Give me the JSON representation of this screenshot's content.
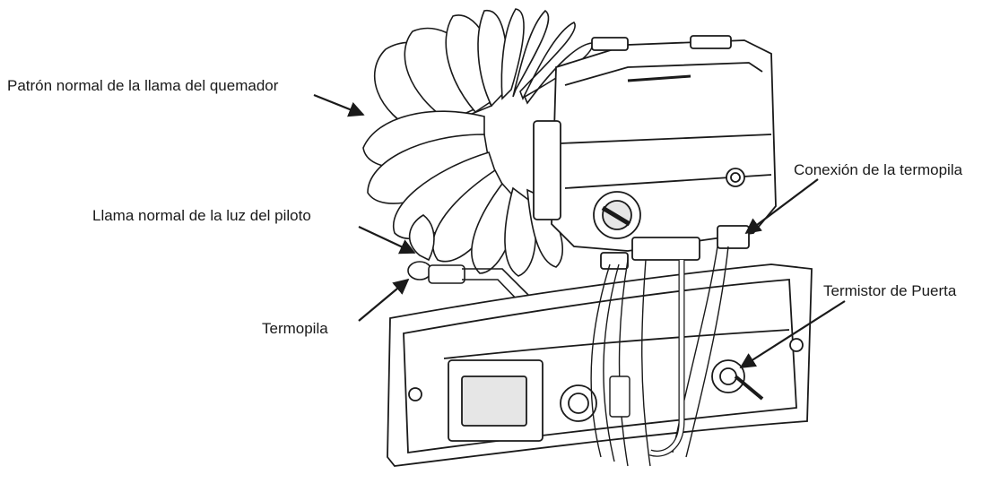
{
  "labels": {
    "burner_flame": "Patrón normal de la llama del quemador",
    "pilot_flame": "Llama normal de la luz del piloto",
    "thermopile": "Termopila",
    "thermopile_connection": "Conexión de la termopila",
    "door_thermistor": "Termistor de Puerta"
  },
  "colors": {
    "line": "#1a1a1a",
    "fill": "#ffffff",
    "shade": "#e6e6e6"
  }
}
